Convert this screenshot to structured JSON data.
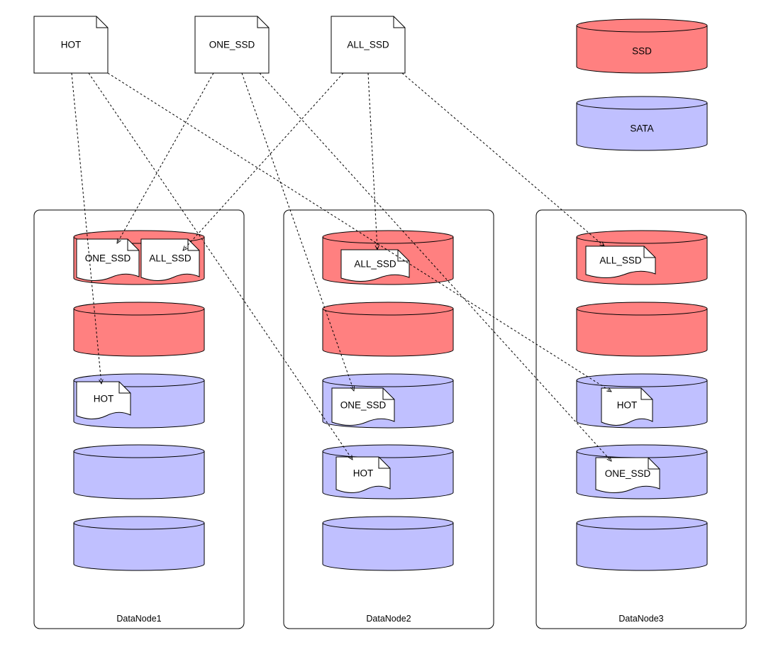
{
  "colors": {
    "ssd": "#ff8080",
    "sata": "#c0c0ff",
    "stroke": "#000000",
    "doc_fill": "#ffffff"
  },
  "legend": {
    "ssd": "SSD",
    "sata": "SATA"
  },
  "policies": {
    "hot": "HOT",
    "one_ssd": "ONE_SSD",
    "all_ssd": "ALL_SSD"
  },
  "nodes": [
    {
      "label": "DataNode1",
      "disks": [
        "SSD",
        "SSD",
        "SATA",
        "SATA",
        "SATA"
      ],
      "replicas": [
        {
          "disk": 0,
          "label": "ONE_SSD"
        },
        {
          "disk": 0,
          "label": "ALL_SSD"
        },
        {
          "disk": 2,
          "label": "HOT"
        }
      ]
    },
    {
      "label": "DataNode2",
      "disks": [
        "SSD",
        "SSD",
        "SATA",
        "SATA",
        "SATA"
      ],
      "replicas": [
        {
          "disk": 0,
          "label": "ALL_SSD"
        },
        {
          "disk": 2,
          "label": "ONE_SSD"
        },
        {
          "disk": 3,
          "label": "HOT"
        }
      ]
    },
    {
      "label": "DataNode3",
      "disks": [
        "SSD",
        "SSD",
        "SATA",
        "SATA",
        "SATA"
      ],
      "replicas": [
        {
          "disk": 0,
          "label": "ALL_SSD"
        },
        {
          "disk": 2,
          "label": "HOT"
        },
        {
          "disk": 3,
          "label": "ONE_SSD"
        }
      ]
    }
  ],
  "edges": [
    {
      "from": "HOT",
      "to": "DataNode1:HOT"
    },
    {
      "from": "HOT",
      "to": "DataNode2:HOT"
    },
    {
      "from": "HOT",
      "to": "DataNode3:HOT"
    },
    {
      "from": "ONE_SSD",
      "to": "DataNode1:ONE_SSD"
    },
    {
      "from": "ONE_SSD",
      "to": "DataNode2:ONE_SSD"
    },
    {
      "from": "ONE_SSD",
      "to": "DataNode3:ONE_SSD"
    },
    {
      "from": "ALL_SSD",
      "to": "DataNode1:ALL_SSD"
    },
    {
      "from": "ALL_SSD",
      "to": "DataNode2:ALL_SSD"
    },
    {
      "from": "ALL_SSD",
      "to": "DataNode3:ALL_SSD"
    }
  ]
}
